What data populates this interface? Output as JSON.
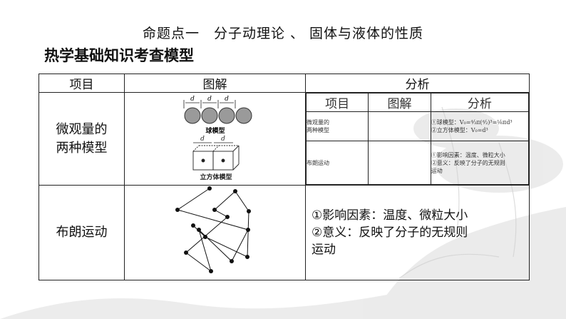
{
  "heading": "命题点一　分子动理论 、 固体与液体的性质",
  "subheading": "热学基础知识考查模型",
  "table": {
    "headers": [
      "项目",
      "图解",
      "分析"
    ],
    "rows": [
      {
        "item": "微观量的\n两种模型",
        "figures": {
          "ball_label": "球模型",
          "cube_label": "立方体模型",
          "dim": "d"
        }
      },
      {
        "item": "布朗运动",
        "analysis": [
          "①影响因素：温度、微粒大小",
          "②意义：反映了分子的无规则",
          "运动"
        ]
      }
    ]
  },
  "inner_table": {
    "headers": [
      "项目",
      "图解",
      "分析"
    ],
    "rows": [
      {
        "item": "微观量的\n两种模型",
        "analysis": [
          "①球模型：V₀=⁴⁄₃π(ᵈ⁄₂)³=¹⁄₆πd³",
          "②立方体模型：V₀=d³"
        ]
      },
      {
        "item": "布朗运动",
        "analysis": [
          "①影响因素：温度、微粒大小",
          "②意义：反映了分子的无规则",
          "运动"
        ]
      }
    ]
  }
}
